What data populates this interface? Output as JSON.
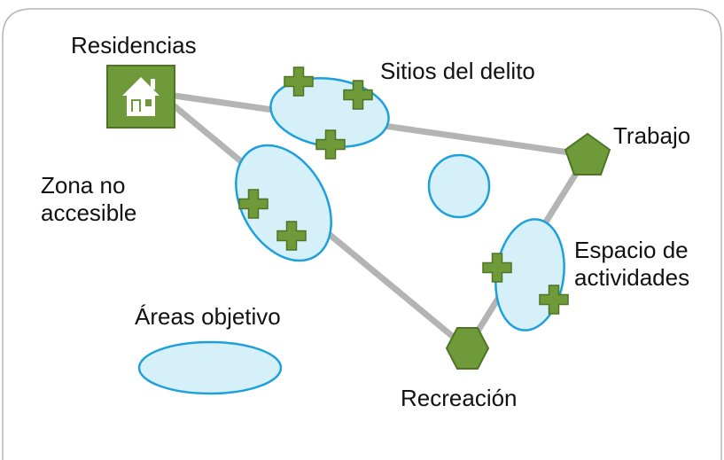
{
  "labels": {
    "residencias": "Residencias",
    "sitios": "Sitios del delito",
    "trabajo": "Trabajo",
    "zona_line1": "Zona no",
    "zona_line2": "accesible",
    "espacio_line1": "Espacio de",
    "espacio_line2": "actividades",
    "areas": "Áreas objetivo",
    "recreacion": "Recreación"
  },
  "icons": {
    "residence": "house-icon",
    "crime_site": "plus-cross-icon",
    "work": "pentagon-icon",
    "recreation": "hexagon-icon"
  },
  "colors": {
    "node_green": "#6f9a3a",
    "node_green_dark": "#4f7424",
    "area_fill": "#d6f0fa",
    "area_stroke": "#1ea0dc",
    "path_gray": "#b4b4b4",
    "frame": "#b5b5b5"
  }
}
